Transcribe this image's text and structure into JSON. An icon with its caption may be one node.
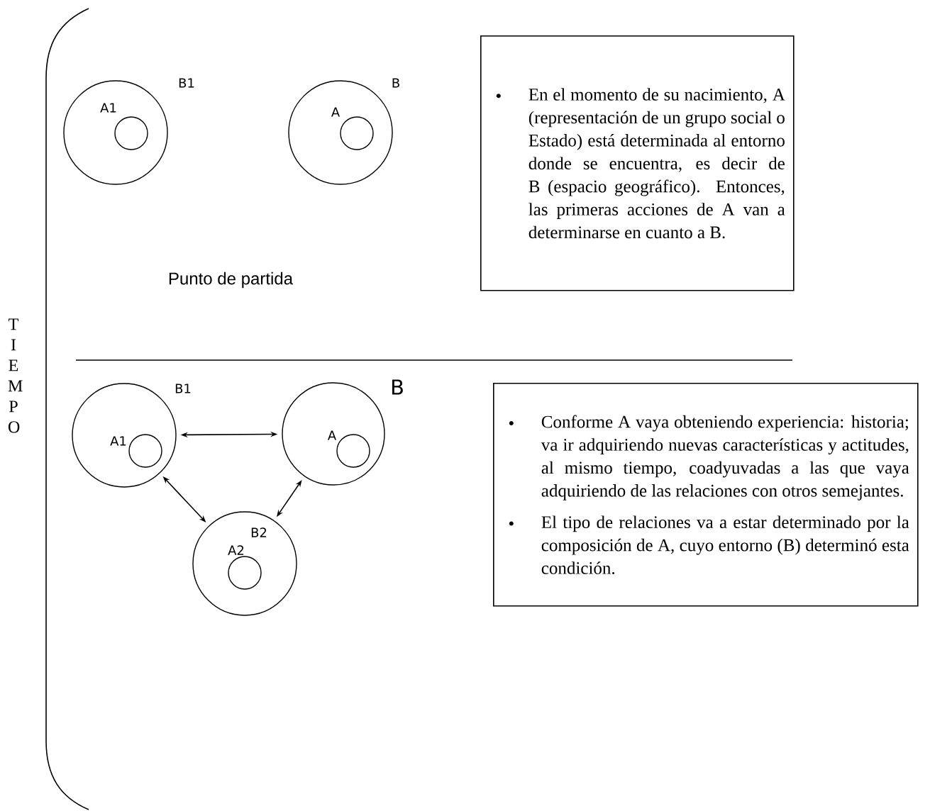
{
  "diagram": {
    "nodes": [
      {
        "text": [
          "B1"
        ]
      },
      {
        "text": [
          "A1"
        ],
        "in": 0
      },
      {
        "text": [
          "B"
        ]
      },
      {
        "text": [
          "A"
        ],
        "in": 2
      },
      {
        "text": [
          "En el momento de su nacimiento, A (representación de un grupo social o Estado) está determinada al entorno donde se encuentra, es decir de B (espacio geográfico). Entonces, las primeras acciones de A van a determinarse en cuanto a B."
        ]
      },
      {
        "text": [
          "B1"
        ]
      },
      {
        "text": [
          "A1"
        ],
        "in": 5
      },
      {
        "text": [
          "B"
        ]
      },
      {
        "text": [
          "A"
        ],
        "in": 7
      },
      {
        "text": [
          "B2"
        ]
      },
      {
        "text": [
          "A2"
        ],
        "in": 9
      },
      {
        "text": [
          "Conforme A vaya obteniendo experiencia: historia; va ir adquiriendo nuevas características y actitudes, al mismo tiempo, coadyuvadas a las que vaya adquiriendo de las relaciones con otros semejantes.",
          "El tipo de relaciones va a estar determinado por la composición de A, cuyo entorno (B) determinó esta condición."
        ]
      }
    ],
    "edges": [
      {
        "from": 5,
        "to": 7,
        "arrow": "both"
      },
      {
        "from": 5,
        "to": 9,
        "arrow": "both"
      },
      {
        "from": 7,
        "to": 9,
        "arrow": "both"
      }
    ],
    "labels": [
      "T I E M P O",
      "Punto de partida"
    ]
  }
}
